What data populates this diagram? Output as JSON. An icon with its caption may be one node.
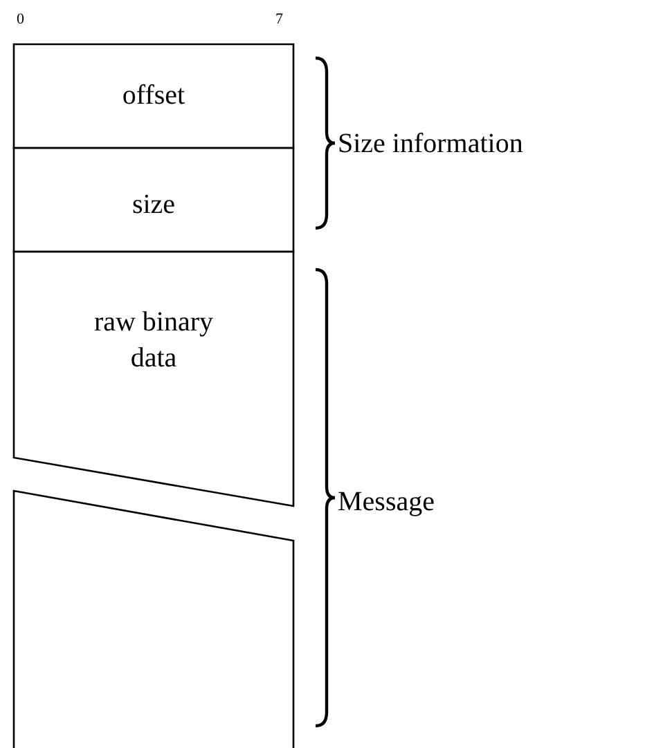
{
  "diagram": {
    "nodes": [
      {
        "text": [
          "offset"
        ]
      },
      {
        "text": [
          "size"
        ]
      },
      {
        "text": [
          "raw binary data"
        ]
      },
      {
        "text": [],
        "shape": "box"
      }
    ],
    "edges": [],
    "labels": [
      "0",
      "7",
      "Size information",
      "Message"
    ]
  }
}
